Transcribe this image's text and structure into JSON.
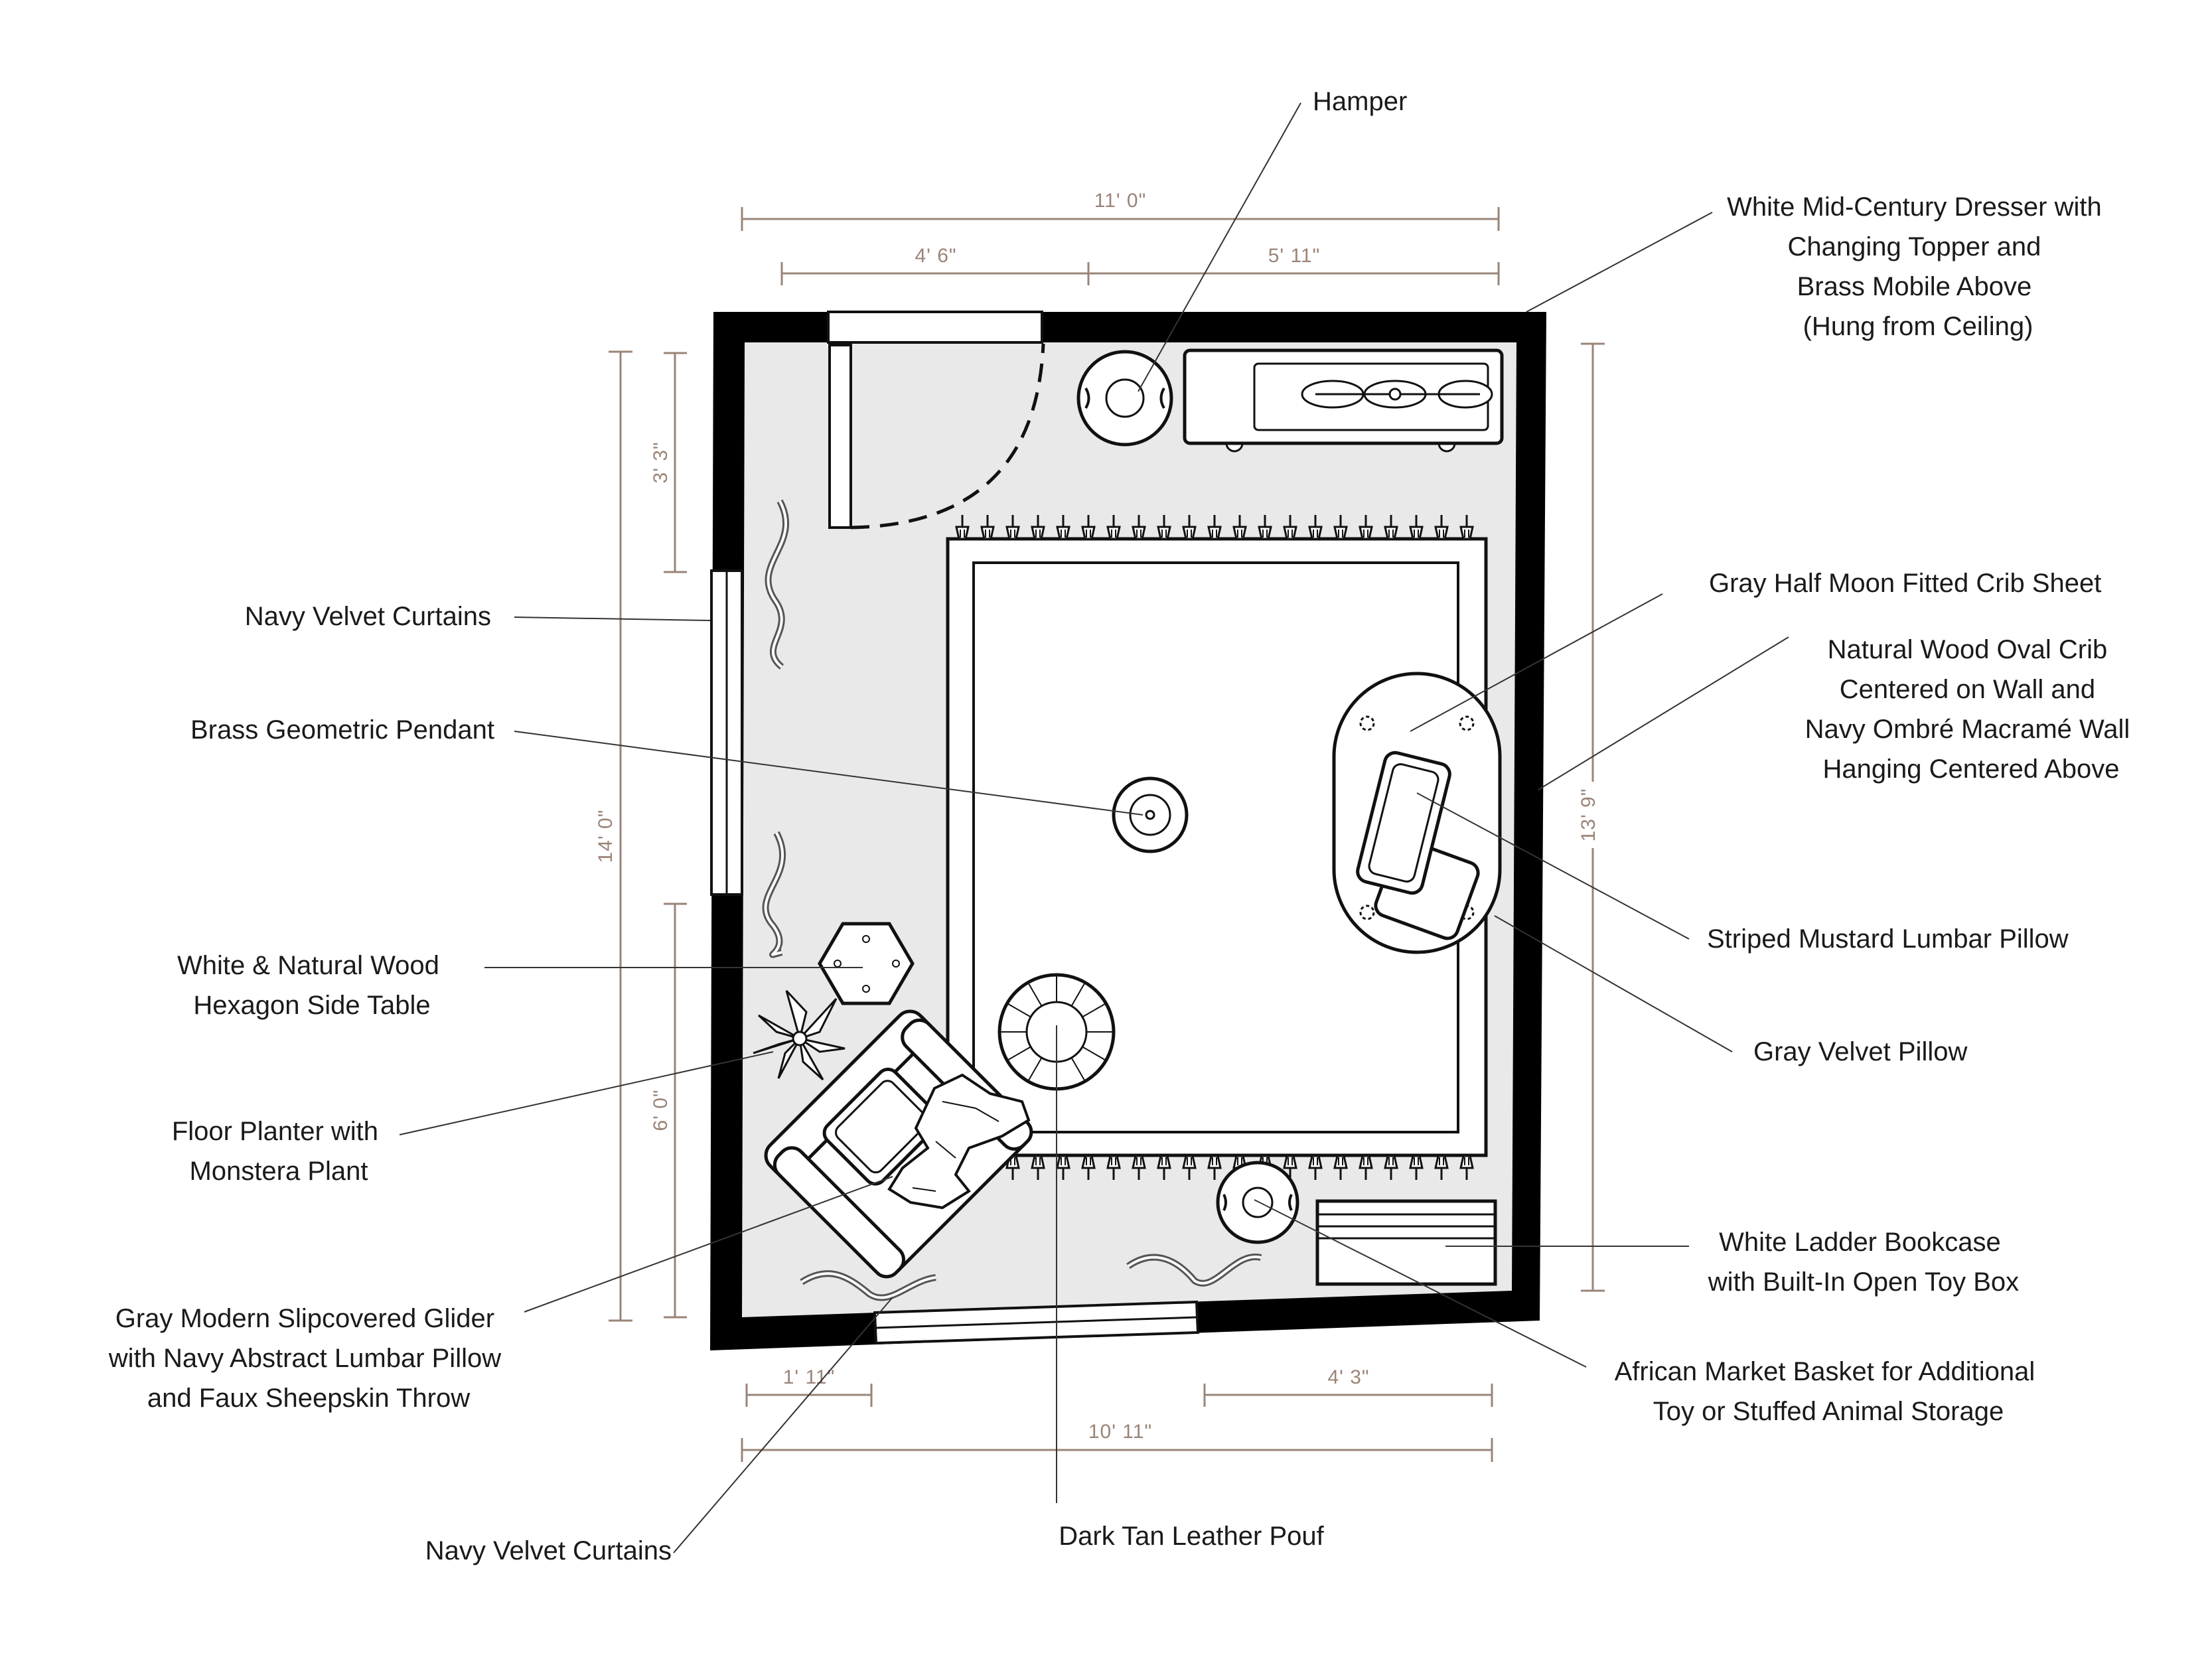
{
  "labels": {
    "hamper": "Hamper",
    "dresser": [
      "White Mid-Century Dresser with",
      "Changing Topper and",
      "Brass Mobile Above",
      "(Hung from Ceiling)"
    ],
    "curtains_left": "Navy Velvet Curtains",
    "pendant": "Brass Geometric Pendant",
    "side_table": [
      "White & Natural Wood",
      "Hexagon Side Table"
    ],
    "planter": [
      "Floor Planter with",
      "Monstera Plant"
    ],
    "glider": [
      "Gray Modern Slipcovered Glider",
      "with Navy Abstract Lumbar Pillow",
      "and Faux Sheepskin Throw"
    ],
    "curtains_bottom": "Navy Velvet Curtains",
    "pouf": "Dark Tan Leather Pouf",
    "crib_sheet": "Gray Half Moon Fitted Crib Sheet",
    "crib": [
      "Natural Wood Oval Crib",
      "Centered on Wall and",
      "Navy Ombré Macramé Wall",
      "Hanging Centered Above"
    ],
    "mustard_pillow": "Striped Mustard Lumbar Pillow",
    "gray_pillow": "Gray Velvet Pillow",
    "bookcase": [
      "White Ladder Bookcase",
      "with Built-In Open Toy Box"
    ],
    "basket": [
      "African Market Basket for Additional",
      "Toy or Stuffed Animal Storage"
    ]
  },
  "dimensions": {
    "top_total": "11' 0\"",
    "top_left": "4' 6\"",
    "top_right": "5' 11\"",
    "left_total": "14' 0\"",
    "left_upper": "3' 3\"",
    "left_lower": "6' 0\"",
    "right_total": "13' 9\"",
    "bottom_left": "1' 11\"",
    "bottom_right": "4' 3\"",
    "bottom_total": "10' 11\""
  },
  "colors": {
    "wall": "#000000",
    "floor": "#e9e9e9",
    "dimension": "#9a8478"
  }
}
